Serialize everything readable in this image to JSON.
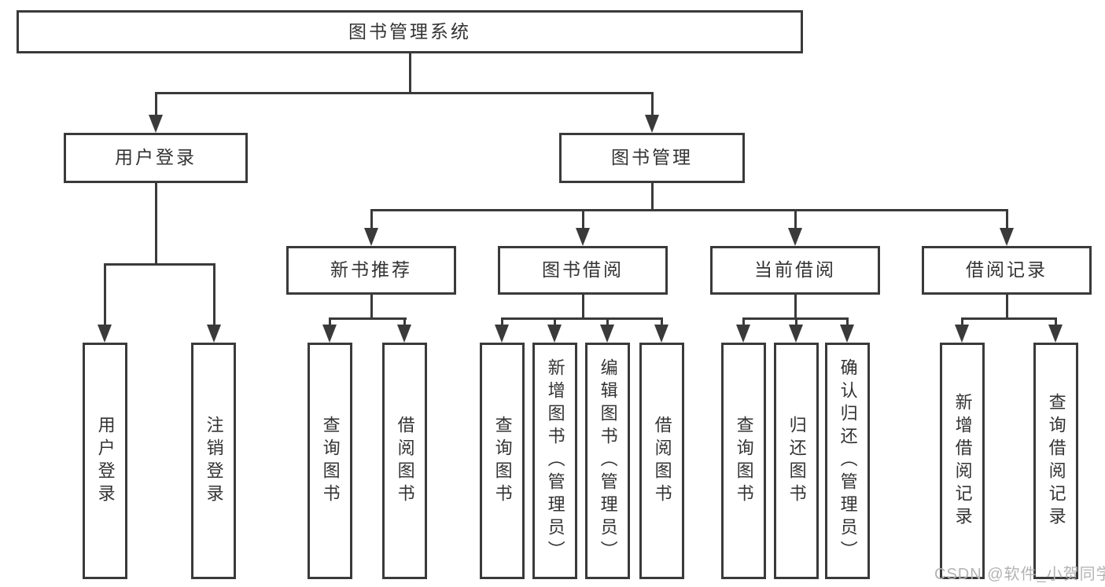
{
  "tree": {
    "root": {
      "label": "图书管理系统"
    },
    "user_login": {
      "label": "用户登录",
      "children": [
        {
          "label": "用户登录"
        },
        {
          "label": "注销登录"
        }
      ]
    },
    "book_management": {
      "label": "图书管理",
      "sections": [
        {
          "label": "新书推荐",
          "children": [
            {
              "label": "查询图书"
            },
            {
              "label": "借阅图书"
            }
          ]
        },
        {
          "label": "图书借阅",
          "children": [
            {
              "label": "查询图书"
            },
            {
              "label": "新增图书（管理员）"
            },
            {
              "label": "编辑图书（管理员）"
            },
            {
              "label": "借阅图书"
            }
          ]
        },
        {
          "label": "当前借阅",
          "children": [
            {
              "label": "查询图书"
            },
            {
              "label": "归还图书"
            },
            {
              "label": "确认归还（管理员）"
            }
          ]
        },
        {
          "label": "借阅记录",
          "children": [
            {
              "label": "新增借阅记录"
            },
            {
              "label": "查询借阅记录"
            }
          ]
        }
      ]
    }
  },
  "watermark": {
    "text": "CSDN @软件_小贺同学"
  },
  "colors": {
    "line": "#3a3a3a",
    "text": "#333333",
    "bg": "#ffffff",
    "watermark": "#b3b3b3"
  }
}
